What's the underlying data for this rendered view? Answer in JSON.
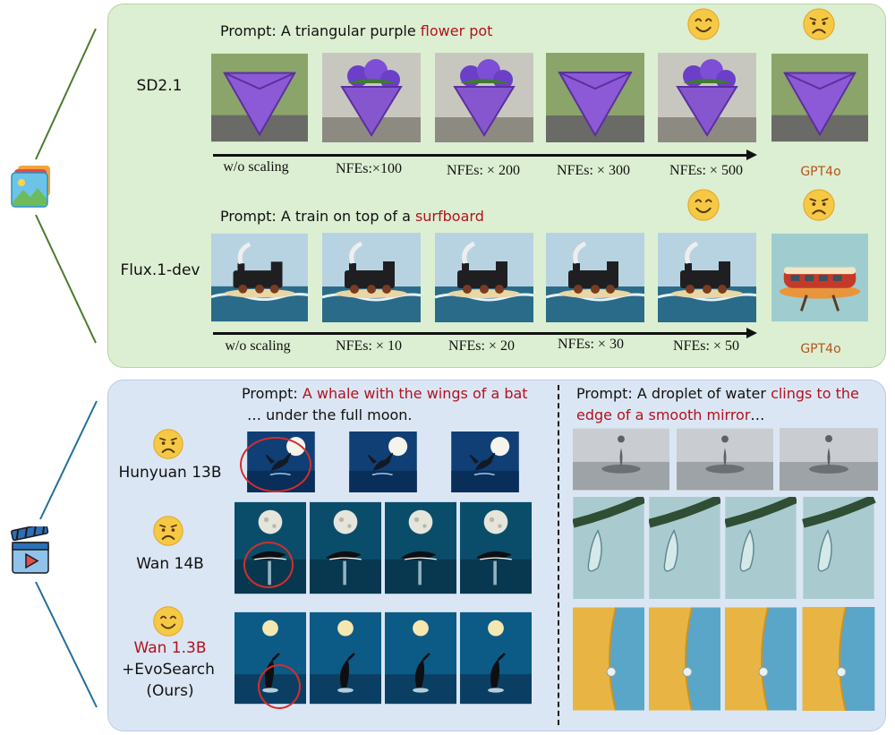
{
  "top": {
    "row1": {
      "prompt_prefix": "Prompt: A triangular purple ",
      "prompt_highlight": "flower pot",
      "model": "SD2.1",
      "ticks": [
        "w/o scaling",
        "NFEs:×100",
        "NFEs: × 200",
        "NFEs: × 300",
        "NFEs: × 500"
      ],
      "gpt_label": "GPT4o"
    },
    "row2": {
      "prompt_prefix": "Prompt: A train on top of a ",
      "prompt_highlight": "surfboard",
      "model": "Flux.1-dev",
      "ticks": [
        "w/o scaling",
        "NFEs: × 10",
        "NFEs: × 20",
        "NFEs: × 30",
        "NFEs: × 50"
      ],
      "gpt_label": "GPT4o"
    }
  },
  "bottom": {
    "left_prompt": {
      "line1_prefix": "Prompt: ",
      "line1_highlight": "A whale with the wings of a bat",
      "line2": "… under the full moon."
    },
    "right_prompt": {
      "line1_prefix": "Prompt: A droplet of water ",
      "line1_highlight": "clings to the",
      "line2_highlight": "edge of a smooth mirror",
      "line2_suffix": "…"
    },
    "models": {
      "hunyuan": "Hunyuan 13B",
      "wan14": "Wan 14B",
      "wan13": "Wan 1.3B",
      "evosearch": "+EvoSearch",
      "ours": "(Ours)"
    }
  },
  "colors": {
    "highlight": "#b3121d",
    "gpt": "#b35419",
    "top_panel": "#dcefd2",
    "bottom_panel": "#dbe6f4"
  },
  "icons": {
    "image": "picture-stack-icon",
    "video": "clapperboard-icon",
    "happy": "smiling-face-icon",
    "sad": "worried-face-icon"
  }
}
